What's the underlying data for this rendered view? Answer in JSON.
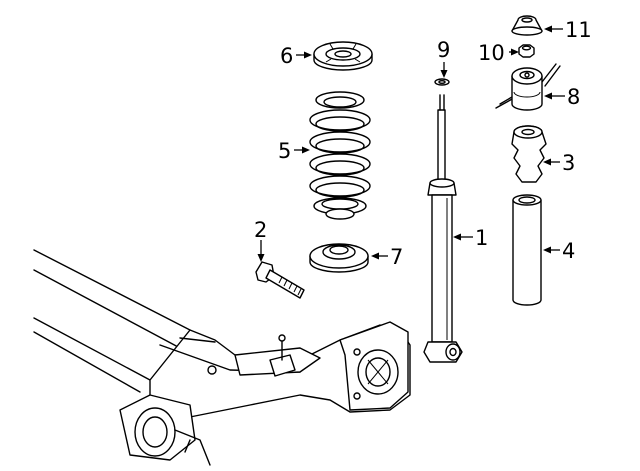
{
  "callouts": [
    {
      "num": "1",
      "part": "shock-absorber"
    },
    {
      "num": "2",
      "part": "bolt"
    },
    {
      "num": "3",
      "part": "bump-stop"
    },
    {
      "num": "4",
      "part": "dust-boot"
    },
    {
      "num": "5",
      "part": "coil-spring"
    },
    {
      "num": "6",
      "part": "upper-spring-seat"
    },
    {
      "num": "7",
      "part": "lower-spring-seat"
    },
    {
      "num": "8",
      "part": "upper-mount"
    },
    {
      "num": "9",
      "part": "washer"
    },
    {
      "num": "10",
      "part": "nut"
    },
    {
      "num": "11",
      "part": "cap"
    }
  ]
}
